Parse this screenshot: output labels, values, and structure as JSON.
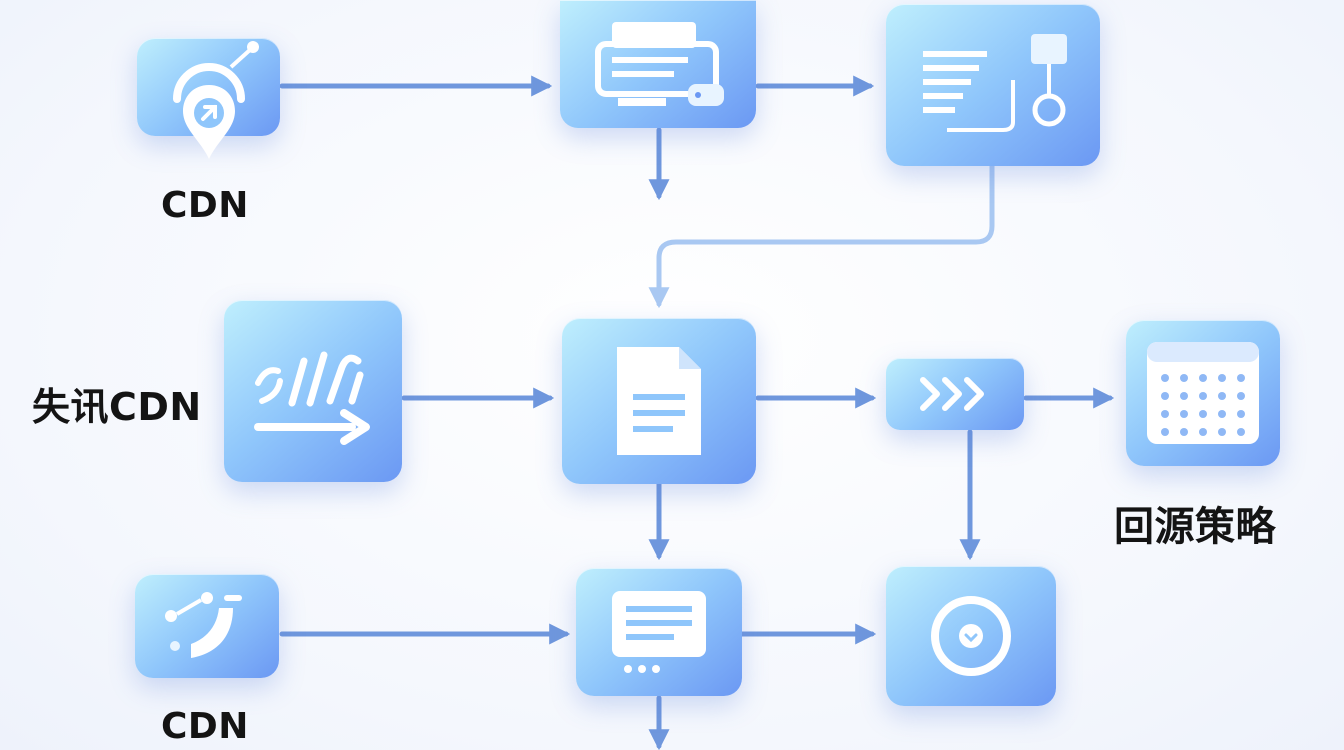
{
  "labels": {
    "cdn_top": "CDN",
    "cdn_middle": "失讯CDN",
    "back_to_source": "回源策略",
    "cdn_bottom": "CDN"
  },
  "icons": {
    "node_cdn_top": "satellite-pin-icon",
    "node_printer": "printer-icon",
    "node_flowchart": "flowchart-icon",
    "node_lost_cdn": "signal-arrow-icon",
    "node_document": "document-icon",
    "node_forward": "forward-chevrons-icon",
    "node_grid": "dot-grid-icon",
    "node_cdn_bottom": "curve-node-icon",
    "node_list": "list-panel-icon",
    "node_target": "target-circle-icon"
  },
  "colors": {
    "connector": "#6f97dd",
    "connector_light": "#a9c8f2",
    "node_light": "#bfeffd",
    "node_mid": "#8fc6fb",
    "node_dark": "#6b98f3",
    "label": "#141414"
  }
}
